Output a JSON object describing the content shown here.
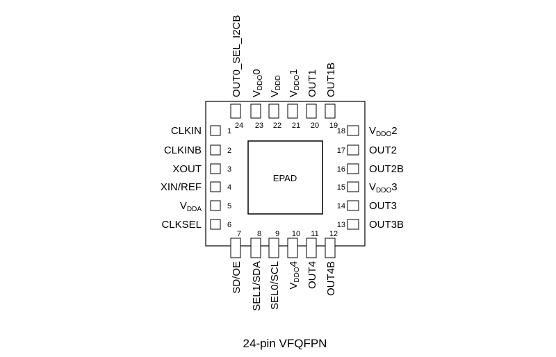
{
  "package": {
    "epad_label": "EPAD",
    "caption": "24-pin VFQFPN"
  },
  "pins": {
    "left": [
      {
        "num": "1",
        "name": "CLKIN"
      },
      {
        "num": "2",
        "name": "CLKINB"
      },
      {
        "num": "3",
        "name": "XOUT"
      },
      {
        "num": "4",
        "name": "XIN/REF"
      },
      {
        "num": "5",
        "name": "V",
        "sub": "DDA",
        "suffix": ""
      },
      {
        "num": "6",
        "name": "CLKSEL"
      }
    ],
    "bottom": [
      {
        "num": "7",
        "name": "SD/OE"
      },
      {
        "num": "8",
        "name": "SEL1/SDA"
      },
      {
        "num": "9",
        "name": "SEL0/SCL"
      },
      {
        "num": "10",
        "name": "V",
        "sub": "DDO",
        "suffix": "4"
      },
      {
        "num": "11",
        "name": "OUT4"
      },
      {
        "num": "12",
        "name": "OUT4B"
      }
    ],
    "right": [
      {
        "num": "18",
        "name": "V",
        "sub": "DDO",
        "suffix": "2"
      },
      {
        "num": "17",
        "name": "OUT2"
      },
      {
        "num": "16",
        "name": "OUT2B"
      },
      {
        "num": "15",
        "name": "V",
        "sub": "DDO",
        "suffix": "3"
      },
      {
        "num": "14",
        "name": "OUT3"
      },
      {
        "num": "13",
        "name": "OUT3B"
      }
    ],
    "top": [
      {
        "num": "24",
        "name": "OUT0_SEL_I2CB"
      },
      {
        "num": "23",
        "name": "V",
        "sub": "DDO",
        "suffix": "0"
      },
      {
        "num": "22",
        "name": "V",
        "sub": "DDD",
        "suffix": ""
      },
      {
        "num": "21",
        "name": "V",
        "sub": "DDO",
        "suffix": "1"
      },
      {
        "num": "20",
        "name": "OUT1"
      },
      {
        "num": "19",
        "name": "OUT1B"
      }
    ]
  }
}
